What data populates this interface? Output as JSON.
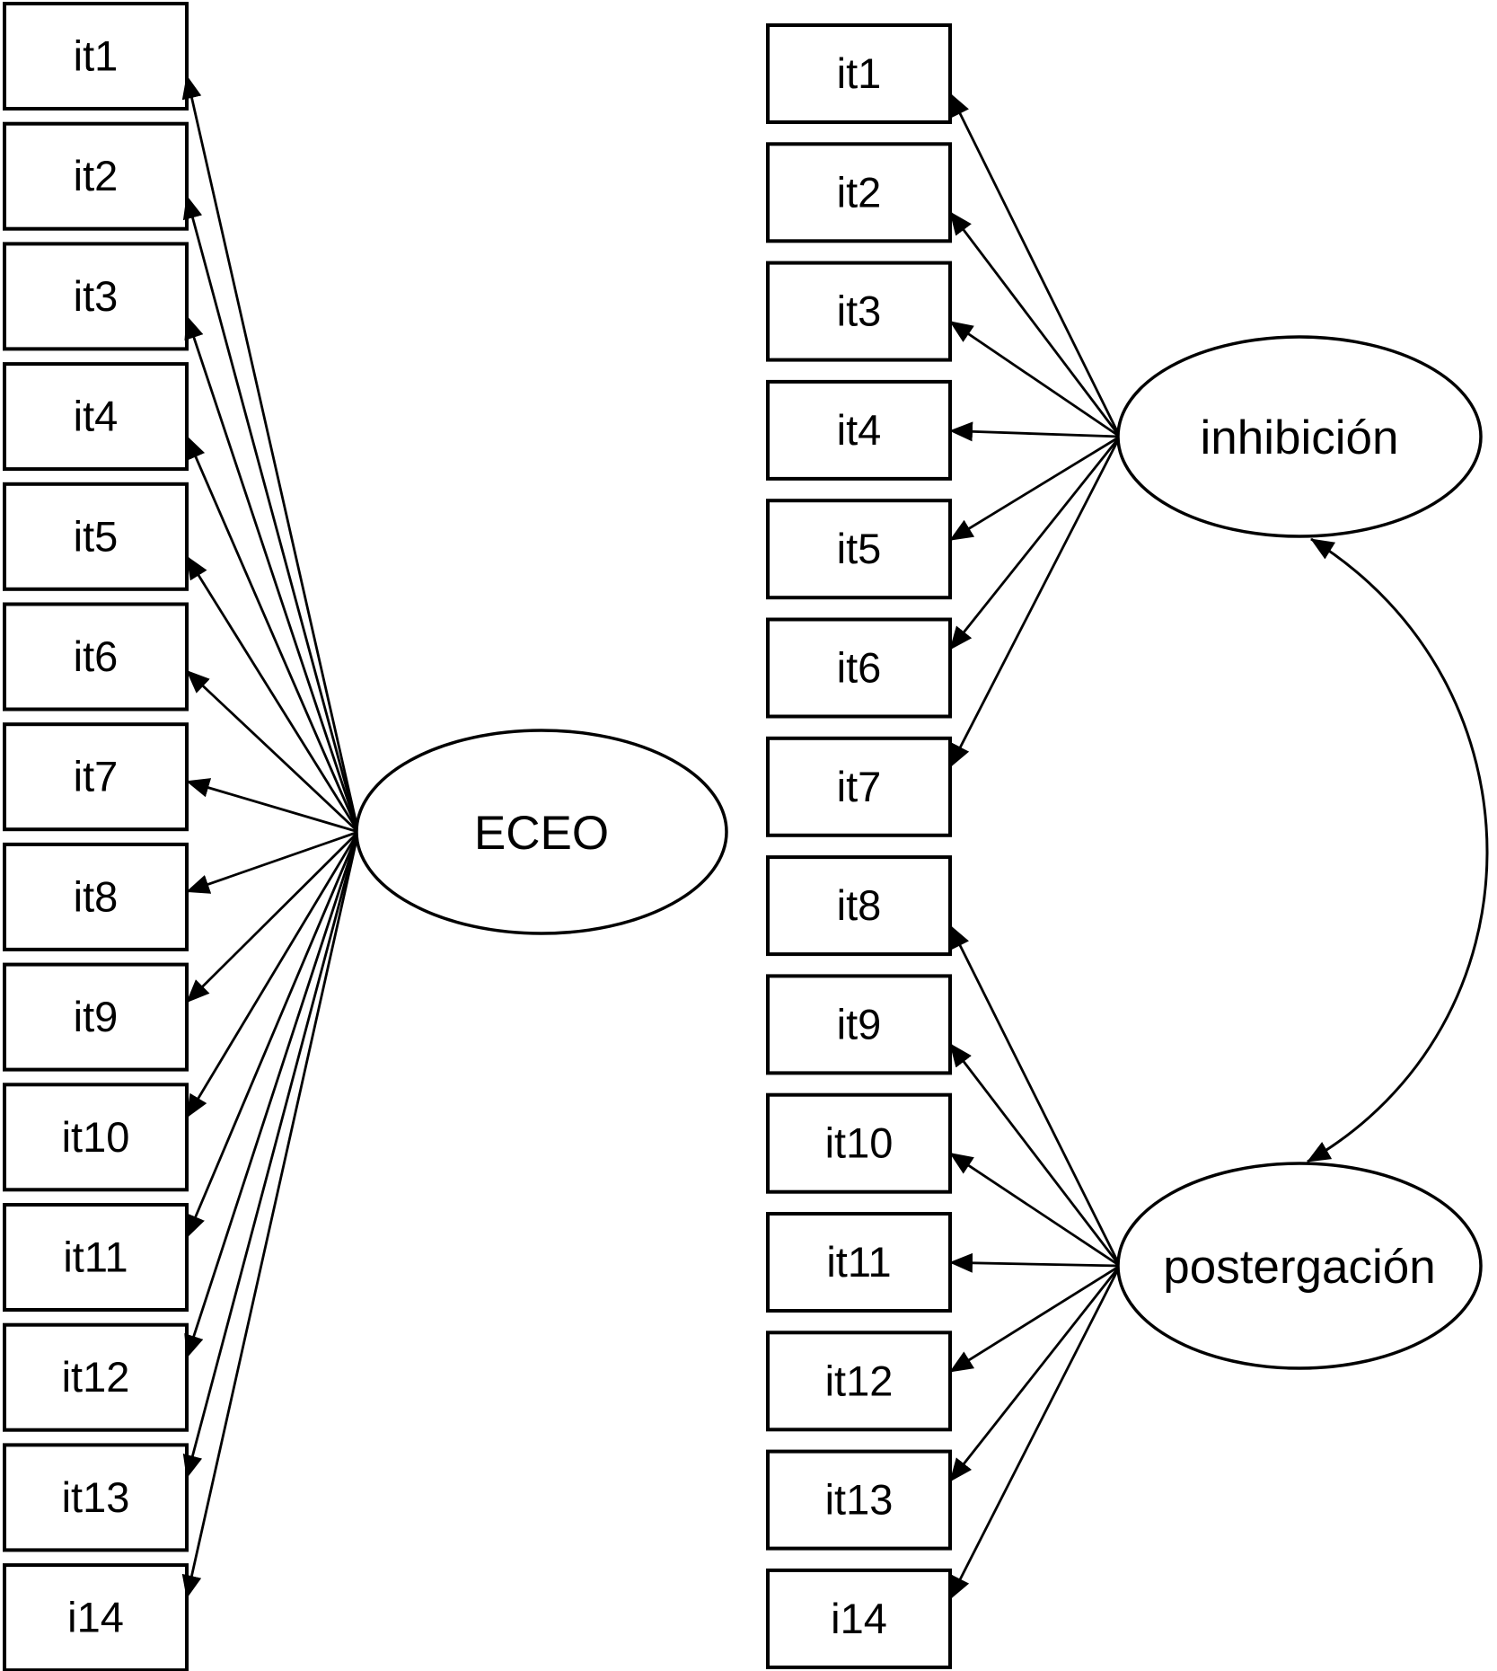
{
  "diagram_type": "confirmatory-factor-analysis-path-models",
  "colors": {
    "background": "#ffffff",
    "stroke": "#000000",
    "text": "#000000"
  },
  "models": [
    {
      "id": "unidimensional",
      "items": [
        "it1",
        "it2",
        "it3",
        "it4",
        "it5",
        "it6",
        "it7",
        "it8",
        "it9",
        "it10",
        "it11",
        "it12",
        "it13",
        "i14"
      ],
      "latents": [
        {
          "label": "ECEO",
          "loads_on": [
            "it1",
            "it2",
            "it3",
            "it4",
            "it5",
            "it6",
            "it7",
            "it8",
            "it9",
            "it10",
            "it11",
            "it12",
            "it13",
            "i14"
          ]
        }
      ],
      "covariances": []
    },
    {
      "id": "bidimensional",
      "items": [
        "it1",
        "it2",
        "it3",
        "it4",
        "it5",
        "it6",
        "it7",
        "it8",
        "it9",
        "it10",
        "it11",
        "it12",
        "it13",
        "i14"
      ],
      "latents": [
        {
          "label": "inhibición",
          "loads_on": [
            "it1",
            "it2",
            "it3",
            "it4",
            "it5",
            "it6",
            "it7"
          ]
        },
        {
          "label": "postergación",
          "loads_on": [
            "it8",
            "it9",
            "it10",
            "it11",
            "it12",
            "it13",
            "i14"
          ]
        }
      ],
      "covariances": [
        {
          "between": [
            "inhibición",
            "postergación"
          ],
          "style": "curved-double-arrow"
        }
      ]
    }
  ]
}
